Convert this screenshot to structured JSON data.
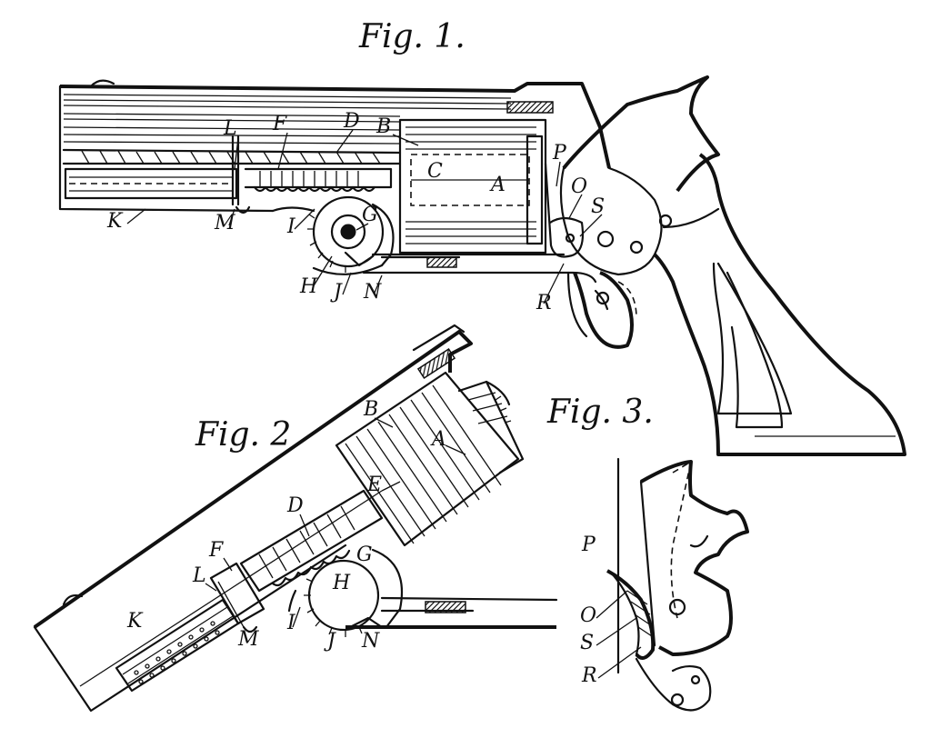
{
  "figures": {
    "fig1": {
      "title": "Fig. 1.",
      "labels": {
        "L": "L",
        "F": "F",
        "D": "D",
        "B": "B",
        "P": "P",
        "C": "C",
        "A": "A",
        "O": "O",
        "S": "S",
        "G": "G",
        "K": "K",
        "M": "M",
        "I": "I",
        "H": "H",
        "J": "J",
        "N": "N",
        "R": "R"
      }
    },
    "fig2": {
      "title": "Fig. 2",
      "labels": {
        "B": "B",
        "A": "A",
        "E": "E",
        "D": "D",
        "F": "F",
        "L": "L",
        "G": "G",
        "H": "H",
        "K": "K",
        "M": "M",
        "I": "I",
        "J": "J",
        "N": "N"
      }
    },
    "fig3": {
      "title": "Fig. 3.",
      "labels": {
        "P": "P",
        "O": "O",
        "S": "S",
        "R": "R"
      }
    }
  }
}
